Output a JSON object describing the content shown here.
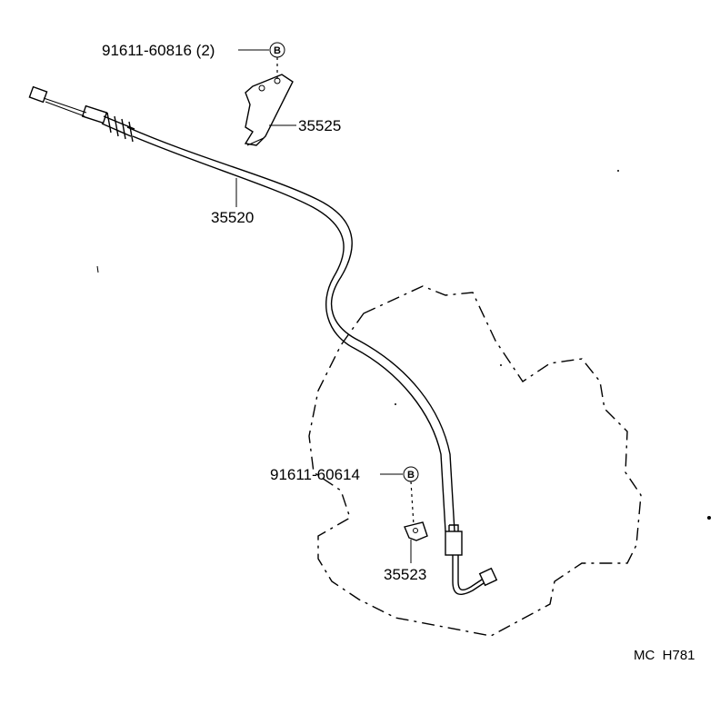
{
  "parts": {
    "bolt_top": "91611-60816 (2)",
    "bracket_top": "35525",
    "cable": "35520",
    "bolt_bottom": "91611-60614",
    "bracket_bottom": "35523"
  },
  "callout_marker": "B",
  "diagram_code": "MC  H781"
}
